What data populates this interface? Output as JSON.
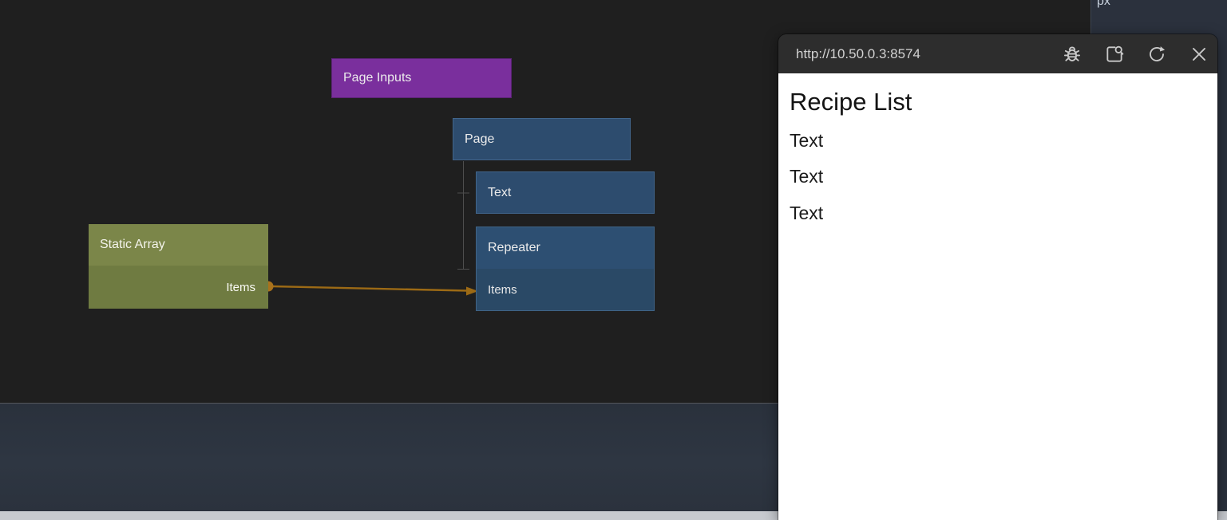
{
  "colors": {
    "canvas_bg": "#1f1f1f",
    "node_purple": "#7a2f9d",
    "node_blue": "#2d4c6e",
    "node_olive_title": "#7b8649",
    "node_olive_body": "#6f7b41",
    "connection_orange": "#a9721c",
    "titlebar_bg": "#2d2d2d",
    "bottom_panel_bg": "#2d3541",
    "bottom_strip_bg": "#c7cacf"
  },
  "canvas": {
    "nodes": {
      "page_inputs": {
        "label": "Page Inputs"
      },
      "page": {
        "label": "Page"
      },
      "text": {
        "label": "Text"
      },
      "repeater": {
        "label": "Repeater",
        "input_port": "Items"
      },
      "static_array": {
        "label": "Static Array",
        "output_port": "Items"
      }
    },
    "connection": {
      "from": "Static Array / Items",
      "to": "Repeater / Items"
    }
  },
  "properties_panel": {
    "unit_label": "px"
  },
  "preview_window": {
    "url": "http://10.50.0.3:8574",
    "toolbar": {
      "icons": [
        "debug",
        "open-preview",
        "refresh",
        "close"
      ]
    },
    "page": {
      "heading": "Recipe List",
      "items": [
        "Text",
        "Text",
        "Text"
      ]
    }
  }
}
